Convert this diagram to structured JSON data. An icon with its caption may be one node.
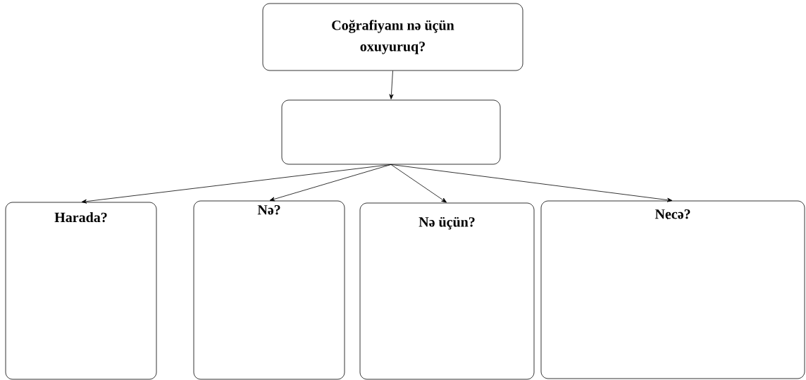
{
  "diagram": {
    "nodes": [
      {
        "text": [
          "Coğrafiyanı nə üçün oxuyuruq?"
        ]
      },
      {
        "text": [],
        "shape": "box"
      },
      {
        "text": [
          "Harada?"
        ]
      },
      {
        "text": [
          "Nə?"
        ]
      },
      {
        "text": [
          "Nə üçün?"
        ]
      },
      {
        "text": [
          "Necə?"
        ]
      }
    ],
    "edges": [
      {
        "from": 0,
        "to": 1,
        "arrow": "to"
      },
      {
        "from": 1,
        "to": 2,
        "arrow": "to"
      },
      {
        "from": 1,
        "to": 3,
        "arrow": "to"
      },
      {
        "from": 1,
        "to": 4,
        "arrow": "to"
      },
      {
        "from": 1,
        "to": 5,
        "arrow": "to"
      }
    ]
  }
}
